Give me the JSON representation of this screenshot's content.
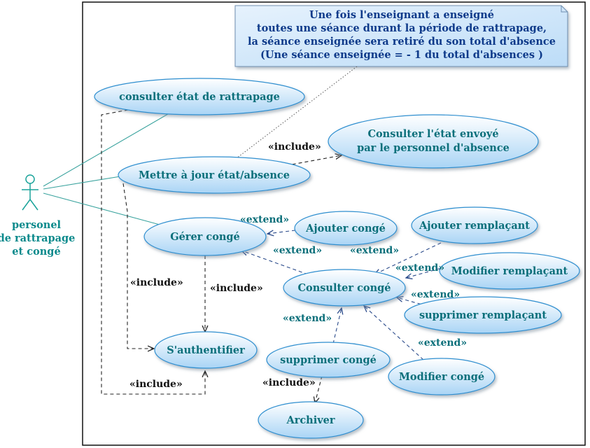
{
  "actor": {
    "lines": [
      "personel",
      "de rattrapage",
      "et congé"
    ]
  },
  "note": {
    "lines": [
      "Une fois l'enseignant a enseigné",
      "toutes une séance durant la période de rattrapage,",
      "la séance enseignée sera retiré du son total d'absence",
      "(Une séance enseignée = - 1 du total d'absences )"
    ]
  },
  "use_cases": {
    "consulter_etat": "consulter état de rattrapage",
    "mettre_a_jour": "Mettre à jour état/absence",
    "consulter_envoye": [
      "Consulter l'état envoyé",
      "par le personnel d'absence"
    ],
    "gerer_conge": "Gérer congé",
    "ajouter_conge": "Ajouter  congé",
    "ajouter_remplacant": "Ajouter remplaçant",
    "modifier_remplacant": "Modifier remplaçant",
    "consulter_conge": "Consulter congé",
    "supprimer_remplacant": "supprimer remplaçant",
    "sauthentifier": "S'authentifier",
    "supprimer_conge": "supprimer congé",
    "modifier_conge": "Modifier congé",
    "archiver": "Archiver"
  },
  "relations": {
    "include_label": "«include»",
    "extend_label": "«extend»"
  },
  "colors": {
    "ellipse_fill_top": "#ffffff",
    "ellipse_fill_bottom": "#a9d4f5",
    "ellipse_stroke": "#2f8fd0",
    "note_fill": "#cfe6fb",
    "note_stroke": "#6f8fb0",
    "actor_stroke": "#1aa39a",
    "association_line": "#3aa39e",
    "dashed_include": "#222222",
    "dashed_extend": "#2a4a8a"
  }
}
